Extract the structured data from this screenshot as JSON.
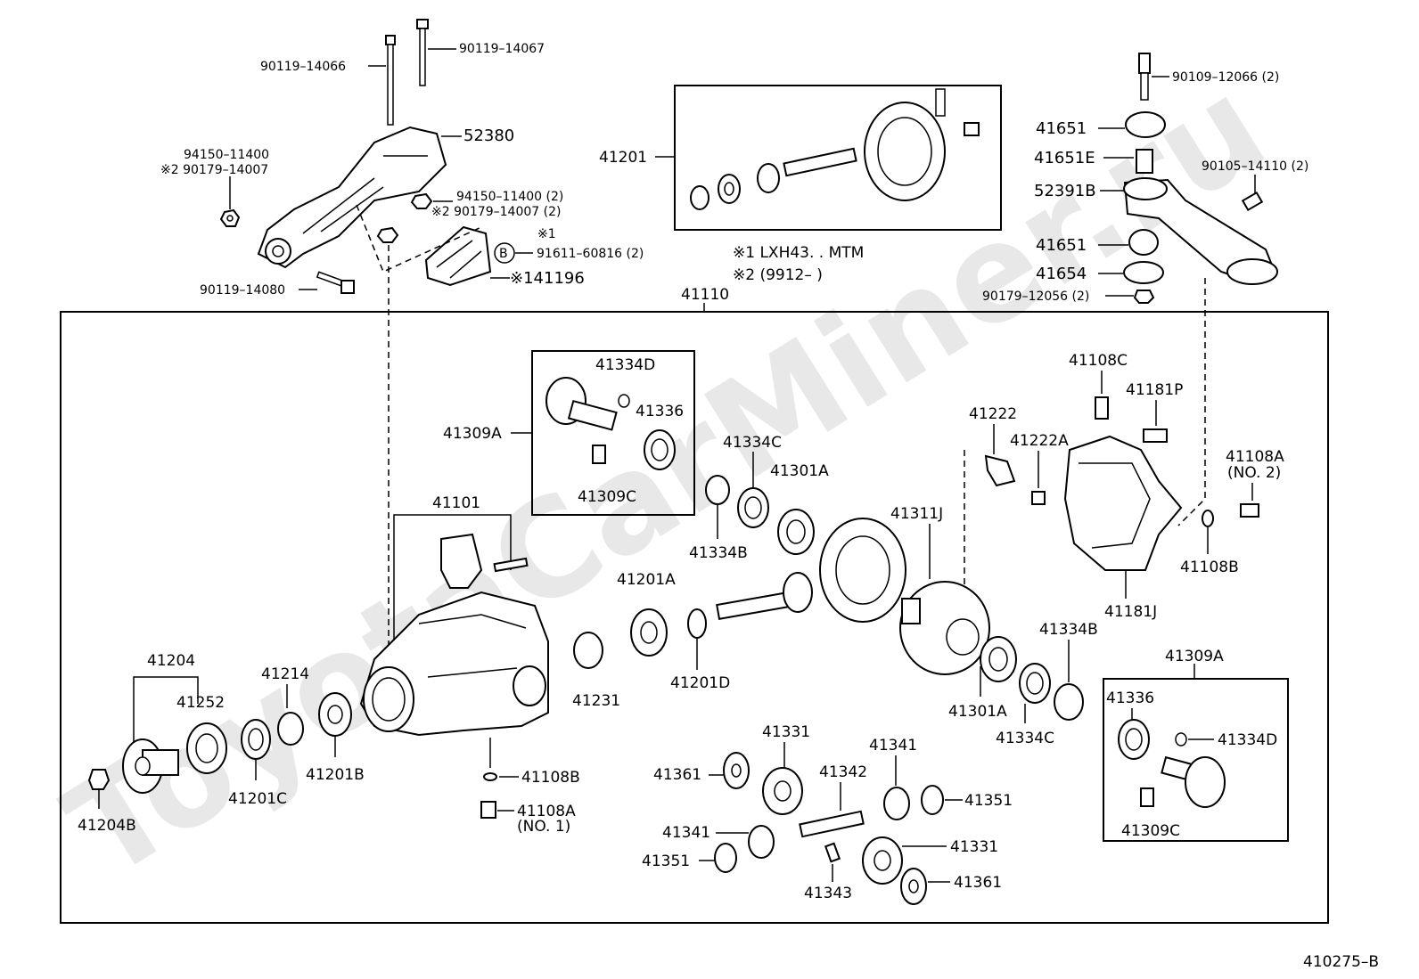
{
  "watermark": "ToyotaCarMiner.ru",
  "diagram_code": "410275–B",
  "notes": {
    "n1": "※1  LXH43. . MTM",
    "n2": "※2  (9912–        )"
  },
  "labels": {
    "p90119_14066": "90119–14066",
    "p90119_14067": "90119–14067",
    "p52380": "52380",
    "p94150_11400": "94150–11400",
    "p90179_14007": "※2 90179–14007",
    "p94150_11400_2": "94150–11400 (2)",
    "p90179_14007_2": "※2  90179–14007 (2)",
    "mark1": "※1",
    "circleB": "B",
    "p91611_60816": "91611–60816 (2)",
    "p141196": "※141196",
    "p90119_14080": "90119–14080",
    "p41201": "41201",
    "p41110": "41110",
    "p90109_12066": "90109–12066 (2)",
    "p41651a": "41651",
    "p41651e": "41651E",
    "p90105_14110": "90105–14110 (2)",
    "p52391b": "52391B",
    "p41651b": "41651",
    "p41654": "41654",
    "p90179_12056": "90179–12056 (2)",
    "p41334d_a": "41334D",
    "p41336_a": "41336",
    "p41309a_a": "41309A",
    "p41309c_a": "41309C",
    "p41334c_a": "41334C",
    "p41301a_a": "41301A",
    "p41334b_a": "41334B",
    "p41101": "41101",
    "p41201a": "41201A",
    "p41201d": "41201D",
    "p41231": "41231",
    "p41311j": "41311J",
    "p41222": "41222",
    "p41222a": "41222A",
    "p41108c": "41108C",
    "p41181p": "41181P",
    "p41108a_2": "41108A",
    "p41108a_2n": "(NO. 2)",
    "p41108b_r": "41108B",
    "p41181j": "41181J",
    "p41334b_b": "41334B",
    "p41301a_b": "41301A",
    "p41334c_b": "41334C",
    "p41309a_b": "41309A",
    "p41336_b": "41336",
    "p41334d_b": "41334D",
    "p41309c_b": "41309C",
    "p41204": "41204",
    "p41252": "41252",
    "p41214": "41214",
    "p41201c": "41201C",
    "p41201b": "41201B",
    "p41204b": "41204B",
    "p41108b_l": "41108B",
    "p41108a_1": "41108A",
    "p41108a_1n": "(NO. 1)",
    "p41331_a": "41331",
    "p41361_a": "41361",
    "p41342": "41342",
    "p41341_a": "41341",
    "p41351_a": "41351",
    "p41341_b": "41341",
    "p41351_b": "41351",
    "p41343": "41343",
    "p41331_b": "41331",
    "p41361_b": "41361"
  }
}
